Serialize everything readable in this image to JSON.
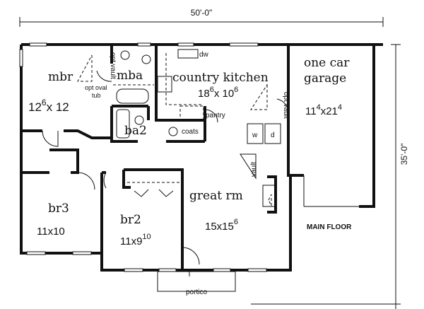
{
  "title": "MAIN FLOOR",
  "dimensions": {
    "width": "50'-0\"",
    "depth": "35'-0\""
  },
  "rooms": {
    "mbr": {
      "name": "mbr",
      "size_main": "12",
      "size_sup": "6",
      "size_rest": "x 12",
      "opt_vault": "opt vault",
      "opt_tub": "opt oval",
      "opt_tub2": "tub"
    },
    "mba": {
      "name": "mba"
    },
    "kitchen": {
      "name": "country kitchen",
      "size_a": "18",
      "sup_a": "6",
      "size_b": "x 10",
      "sup_b": "6",
      "dw": "dw"
    },
    "garage": {
      "name1": "one car",
      "name2": "garage",
      "size_a": "11",
      "sup_a": "4",
      "size_b": "x21",
      "sup_b": "4",
      "opt_vault": "opt vault",
      "washer": "w",
      "dryer": "d"
    },
    "ba2": {
      "name": "ba2"
    },
    "pantry": {
      "name": "pantry"
    },
    "coats": {
      "name": "coats"
    },
    "br3": {
      "name": "br3",
      "size": "11x10"
    },
    "br2": {
      "name": "br2",
      "size": "11x9",
      "sup": "10"
    },
    "great_rm": {
      "name": "great rm",
      "size": "15x15",
      "sup": "6",
      "vault": "vault"
    },
    "portico": {
      "name": "portico"
    }
  }
}
